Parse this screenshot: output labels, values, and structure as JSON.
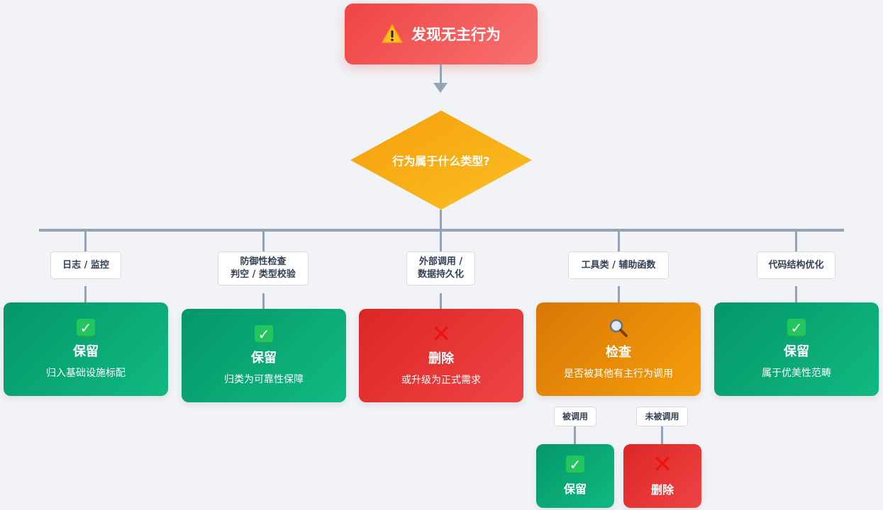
{
  "top": {
    "title": "发现无主行为"
  },
  "decision": {
    "question": "行为属于什么类型?"
  },
  "branches": [
    {
      "label": "日志 / 监控",
      "result": "保留",
      "desc": "归入基础设施标配"
    },
    {
      "label_line1": "防御性检查",
      "label_line2": "判空 / 类型校验",
      "result": "保留",
      "desc": "归类为可靠性保障"
    },
    {
      "label_line1": "外部调用 /",
      "label_line2": "数据持久化",
      "result": "删除",
      "desc": "或升级为正式需求"
    },
    {
      "label": "工具类 / 辅助函数",
      "result": "检查",
      "desc": "是否被其他有主行为调用"
    },
    {
      "label": "代码结构优化",
      "result": "保留",
      "desc": "属于优美性范畴"
    }
  ],
  "sub_branches": [
    {
      "label": "被调用",
      "result": "保留"
    },
    {
      "label": "未被调用",
      "result": "删除"
    }
  ],
  "colors": {
    "keep": "#10b981",
    "delete": "#ef4444",
    "check": "#f59e0b",
    "connector": "#94a3b8"
  }
}
